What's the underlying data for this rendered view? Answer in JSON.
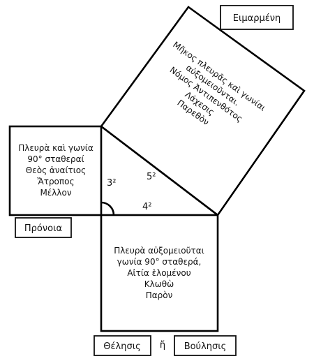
{
  "labels": {
    "eimarmeni": "Ειμαρμένη",
    "pronoia": "Πρόνοια",
    "thelisis": "Θέλησις",
    "or": "ἤ",
    "voulisis": "Βούλησις"
  },
  "square_top": {
    "lines": [
      "Μῆκος πλευρᾶς καὶ γωνίαι",
      "αὐξομειοῦνται.",
      "Νόμος Ἀντιπενθότος",
      "Λάχεσις",
      "Παρεθὸν"
    ]
  },
  "square_left": {
    "lines": [
      "Πλευρὰ καὶ γωνία",
      "90° σταθεραί",
      "Θεὸς ἀναίτιος",
      "Ἄτροπος",
      "Μέλλον"
    ]
  },
  "square_bottom": {
    "lines": [
      "Πλευρὰ αὐξομειοῦται",
      "γωνία 90° σταθερά,",
      "Αἰτία ἑλομένου",
      "Κλωθὼ",
      "Παρὸν"
    ]
  },
  "triangle": {
    "side_a": "3²",
    "side_b": "4²",
    "side_c": "5²"
  }
}
